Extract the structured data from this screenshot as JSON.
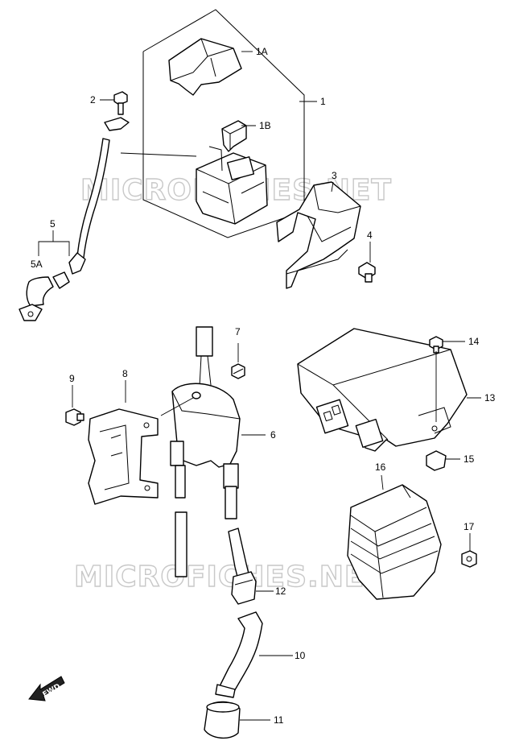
{
  "watermark": "MICROFICHES.NET",
  "fwd_label": "FWD",
  "callouts": {
    "c1": "1",
    "c1a": "1A",
    "c1b": "1B",
    "c2": "2",
    "c3": "3",
    "c4": "4",
    "c5": "5",
    "c5a": "5A",
    "c6": "6",
    "c7": "7",
    "c8": "8",
    "c9": "9",
    "c10": "10",
    "c11": "11",
    "c12": "12",
    "c13": "13",
    "c14": "14",
    "c15": "15",
    "c16": "16",
    "c17": "17"
  }
}
